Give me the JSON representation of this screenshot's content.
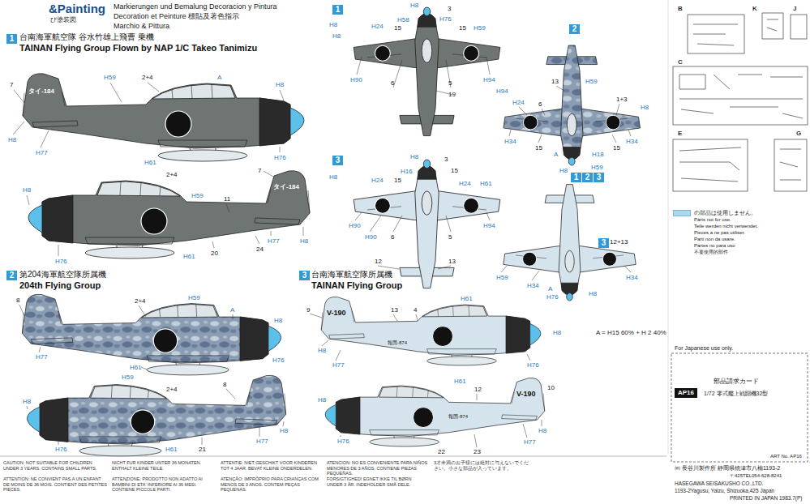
{
  "diagram": {
    "nodes": [
      {
        "text": [
          "1"
        ]
      },
      {
        "text": [
          "2"
        ]
      },
      {
        "text": [
          "3"
        ]
      },
      {
        "text": [
          "1"
        ]
      },
      {
        "text": [
          "2"
        ]
      },
      {
        "text": [
          "3"
        ]
      },
      {
        "text": [
          "1"
        ]
      },
      {
        "text": [
          "2"
        ]
      },
      {
        "text": [
          "3"
        ]
      },
      {
        "text": [
          "3"
        ]
      },
      {
        "text": [
          "AP16"
        ]
      }
    ],
    "labels": [
      "&Painting",
      "び塗装図",
      "Markierungen und Bemalung Decoracion y Pintura",
      "Decoration et Peinture 標貼及著色指示",
      "Marchio & Pittura",
      "台南海軍航空隊 谷水竹雄上飛曹 乗機",
      "TAINAN Flying Group Flown by NAP 1/C Takeo Tanimizu",
      "7",
      "タイ-184",
      "H59",
      "2+4",
      "A",
      "H8",
      "H8",
      "H77",
      "H61",
      "H76",
      "H8",
      "2+4",
      "H59",
      "11",
      "7",
      "タイ-184",
      "H76",
      "H61",
      "20",
      "24",
      "H77",
      "H8",
      "第204海軍航空隊所属機",
      "204th Flying Group",
      "8",
      "2+4",
      "H59",
      "A",
      "H8",
      "H77",
      "H61",
      "H76",
      "H59",
      "2+4",
      "8",
      "H8",
      "H76",
      "H61",
      "21",
      "H77",
      "H8",
      "台南海軍航空隊所属機",
      "TAINAN Flying Group",
      "9",
      "13",
      "4",
      "H61",
      "V-190",
      "報国-874",
      "H8",
      "H8",
      "H77",
      "H76",
      "H61",
      "12",
      "V-190",
      "10",
      "H8",
      "報国-874",
      "H76",
      "22",
      "23",
      "H77",
      "H8",
      "H8",
      "H58",
      "H76",
      "3",
      "H8",
      "H24",
      "15",
      "15",
      "H59",
      "H8",
      "H90",
      "6",
      "5",
      "19",
      "H94",
      "13",
      "H59",
      "H94",
      "H24",
      "1+3",
      "6",
      "H8",
      "H34",
      "15",
      "A",
      "H18",
      "15",
      "H34",
      "H59",
      "H8",
      "H8",
      "H16",
      "3",
      "15",
      "H24",
      "H24",
      "15",
      "H61",
      "H8",
      "H90",
      "H90",
      "6",
      "5",
      "H94",
      "12",
      "13",
      "12+13",
      "H59",
      "H34",
      "A",
      "H76",
      "H8",
      "H34",
      "A = H15 60% + H 2 40%",
      "B",
      "K",
      "J",
      "C",
      "E",
      "G",
      "Parts not for use.",
      "Teile werden nicht verwendet.",
      "Pieces a ne pas utiliser.",
      "Parti non da usare.",
      "Partes no para uso",
      "不要使用的部件",
      "For Japanese use only.",
      "部品請求カード",
      "1/72 零式艦上戦闘機32型",
      "ART No. AP16",
      "㈱ 長谷川製作所 静岡県焼津市八楠1193-2",
      "〒425TEL054-628-8241",
      "HASEGAWA SEISAKUSHO CO.,LTD.",
      "1193-2Yagusu, Yaizu, Shizuoka,425 Japan",
      "PRINTED IN JAPAN 1983.7(P)",
      "CAUTION: NOT SUITABLE FOR CHILDREN UNDER 3 YEARS. CONTAINS SMALL PARTS.",
      "ATTENTION: NE CONVIENT PAS A UN ENFANT DE MOINS DE 36 MOIS. CONTIENT DES PETITES PIECES.",
      "NICHT FUR KINDER UNTER 36 MONATEN. ENTHALT KLEINE TEILE.",
      "ATTENZIONE: PRODOTTO NON ADATTO AI BAMBINI DI ETA' INFERIORE AI 36 MESI. CONTIENE PICCOLE PARTI.",
      "ATTENTIE: NIET GESCHIKT VOOR KINDEREN TOT 4 JAAR. BEVAT KLEINE ONDERDELEN.",
      "ATENÇÃO: IMPRÓPRIO PARA CRIANÇAS COM MENOS DE 3 ANOS. CONTEM PEÇAS PEQUENAS.",
      "ATENCION: NO ES CONVENIENTE PARA NIÑOS MENORES DE 3 AÑOS. CONTIENE PIEZAS PEQUEÑAS.",
      "FORSIGTIGHED! EGNET IKKE TIL BØRN UNDER 3 ÅR. INDEHOLDER SMÅ DELE.",
      "3才未満のお子様には絶対に与えないでください。小さな部品が入っています。"
    ],
    "legend": [
      {
        "text": "の部品は使用しません。",
        "color": "#a9d9ee"
      }
    ]
  }
}
